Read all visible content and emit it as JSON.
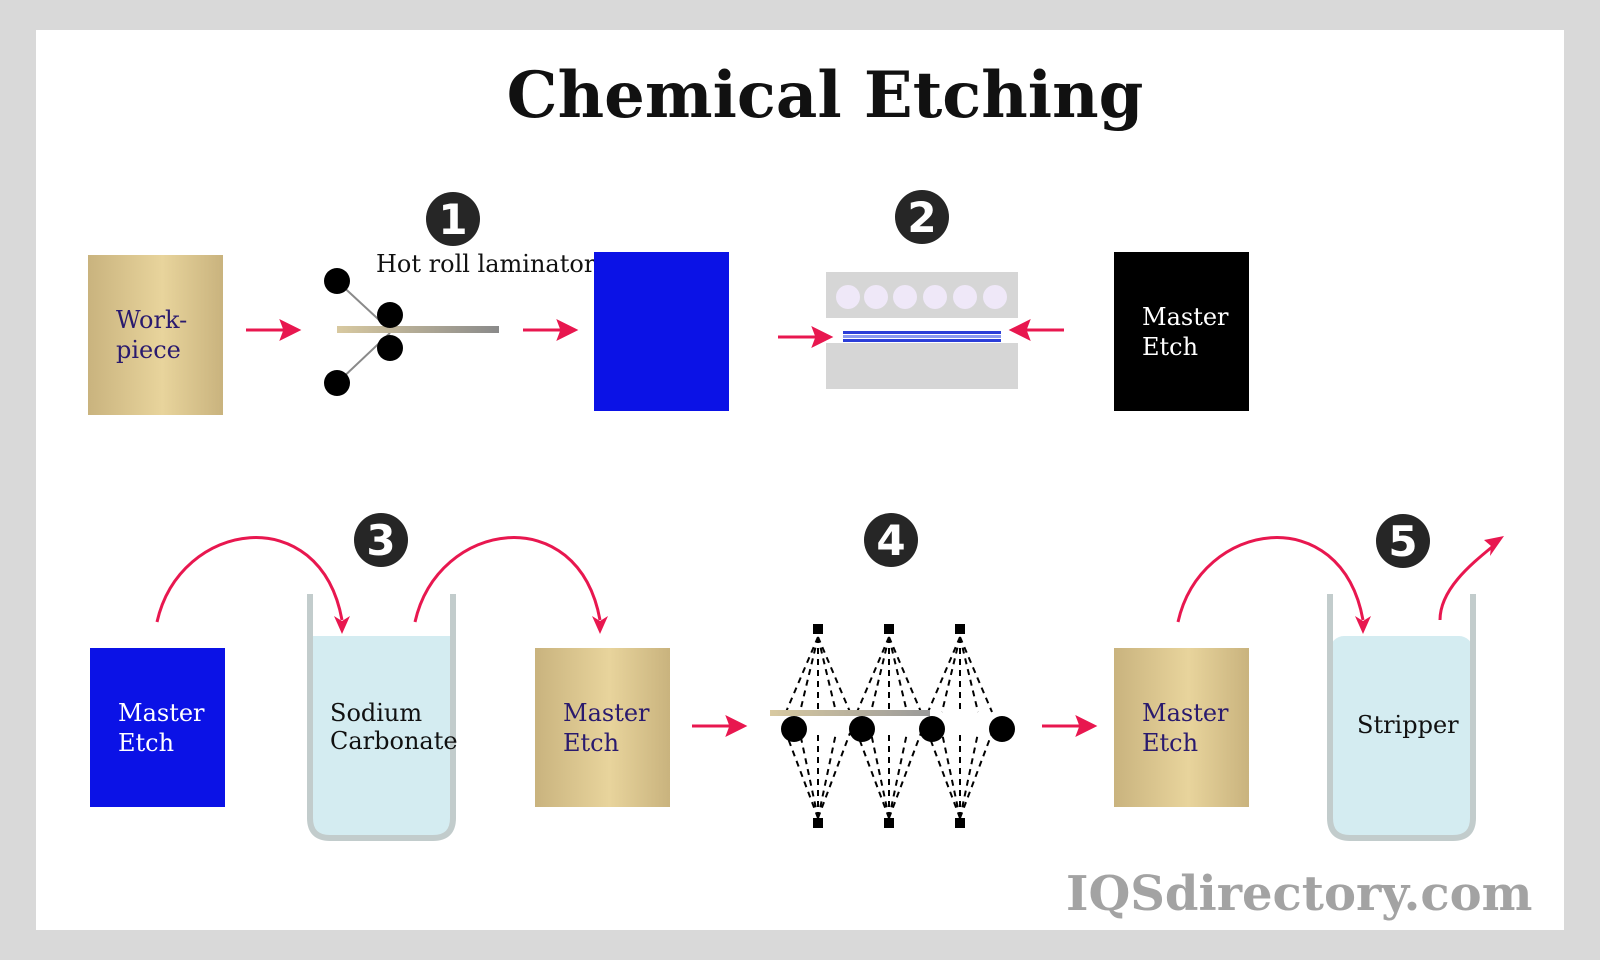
{
  "title": "Chemical Etching",
  "steps": [
    "1",
    "2",
    "3",
    "4",
    "5"
  ],
  "labels": {
    "workpiece": "Work-\npiece",
    "hot_roll_laminator": "Hot roll laminator",
    "master_etch": "Master\nEtch",
    "sodium_carbonate": "Sodium\nCarbonate",
    "stripper": "Stripper"
  },
  "watermark": "IQSdirectory.com",
  "colors": {
    "arrow": "#e8174f",
    "gold_plate": "#dcc48e",
    "photoresist_blue": "#0b12e6",
    "badge": "#262626",
    "liquid": "#d4ecf1"
  }
}
